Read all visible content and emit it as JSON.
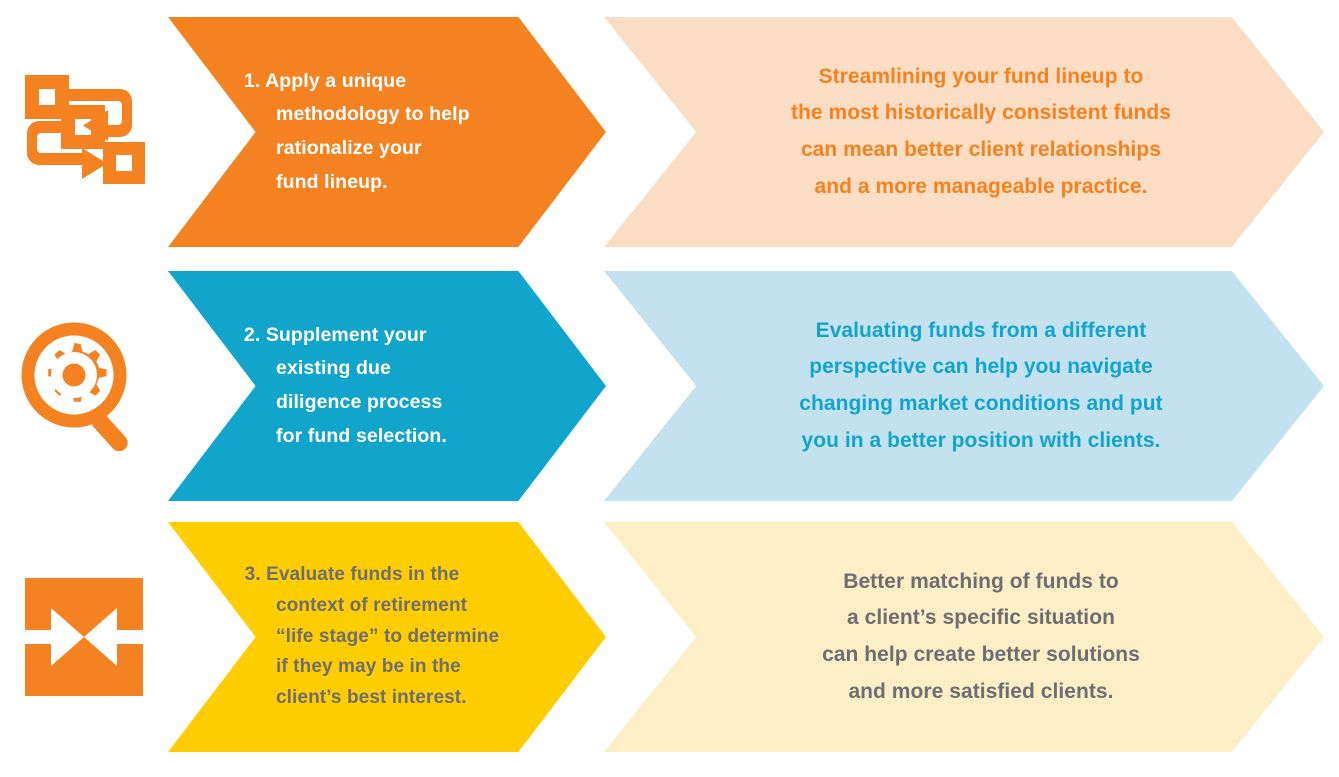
{
  "meta": {
    "title": "Three-step fund evaluation process infographic"
  },
  "colors": {
    "orange": "#F58220",
    "orange_light": "#FBDDC3",
    "blue": "#11A5CB",
    "blue_light": "#C3E1EE",
    "yellow": "#FFCD00",
    "yellow_light": "#FCEFC6",
    "white": "#FFFFFF",
    "gray_text": "#6D6E71",
    "background": "#FFFFFF"
  },
  "rows": [
    {
      "id": "step-1",
      "icon": "workflow-process-icon",
      "step_color": "#F58220",
      "step_text_color": "#FFFFFF",
      "outcome_color": "#FBDDC3",
      "outcome_text_color": "#F58220",
      "step": {
        "number": "1.",
        "lines": [
          "Apply a unique",
          "methodology to help",
          "rationalize your",
          "fund lineup."
        ],
        "full_text": "1. Apply a unique methodology to help rationalize your fund lineup."
      },
      "outcome": {
        "lines": [
          "Streamlining your fund lineup to",
          "the most historically consistent funds",
          "can mean better client relationships",
          "and a more manageable practice."
        ],
        "full_text": "Streamlining your fund lineup to the most historically consistent funds can mean better client relationships and a more manageable practice."
      }
    },
    {
      "id": "step-2",
      "icon": "magnifier-gear-icon",
      "step_color": "#11A5CB",
      "step_text_color": "#FFFFFF",
      "outcome_color": "#C3E1EE",
      "outcome_text_color": "#11A5CB",
      "step": {
        "number": "2.",
        "lines": [
          "Supplement your",
          "existing due",
          "diligence process",
          "for fund selection."
        ],
        "full_text": "2. Supplement your existing due diligence process for fund selection."
      },
      "outcome": {
        "lines": [
          "Evaluating funds from a different",
          "perspective can help you navigate",
          "changing market conditions and put",
          "you in a better position with clients."
        ],
        "full_text": "Evaluating funds from a different perspective can help you navigate changing market conditions and put you in a better position with clients."
      }
    },
    {
      "id": "step-3",
      "icon": "converging-arrows-icon",
      "step_color": "#FFCD00",
      "step_text_color": "#6D6E71",
      "outcome_color": "#FCEFC6",
      "outcome_text_color": "#6D6E71",
      "step": {
        "number": "3.",
        "lines": [
          "Evaluate funds in the",
          "context of retirement",
          "“life stage” to determine",
          "if they may be in the",
          "client’s best interest."
        ],
        "full_text": "3. Evaluate funds in the context of retirement “life stage” to determine if they may be in the client’s best interest."
      },
      "outcome": {
        "lines": [
          "Better matching of funds to",
          "a client’s specific situation",
          "can help create better solutions",
          "and more satisfied clients."
        ],
        "full_text": "Better matching of funds to a client’s specific situation can help create better solutions and more satisfied clients."
      }
    }
  ]
}
